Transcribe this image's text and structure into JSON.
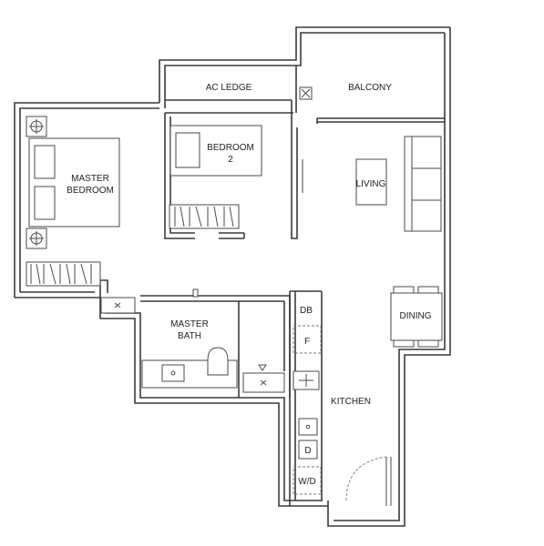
{
  "rooms": {
    "ac_ledge": "AC LEDGE",
    "balcony": "BALCONY",
    "bedroom2_line1": "BEDROOM",
    "bedroom2_line2": "2",
    "master_bedroom_line1": "MASTER",
    "master_bedroom_line2": "BEDROOM",
    "living": "LIVING",
    "dining": "DINING",
    "master_bath_line1": "MASTER",
    "master_bath_line2": "BATH",
    "kitchen": "KITCHEN"
  },
  "fixtures": {
    "db": "DB",
    "fridge": "F",
    "dryer": "D",
    "washer_dryer": "W/D"
  }
}
